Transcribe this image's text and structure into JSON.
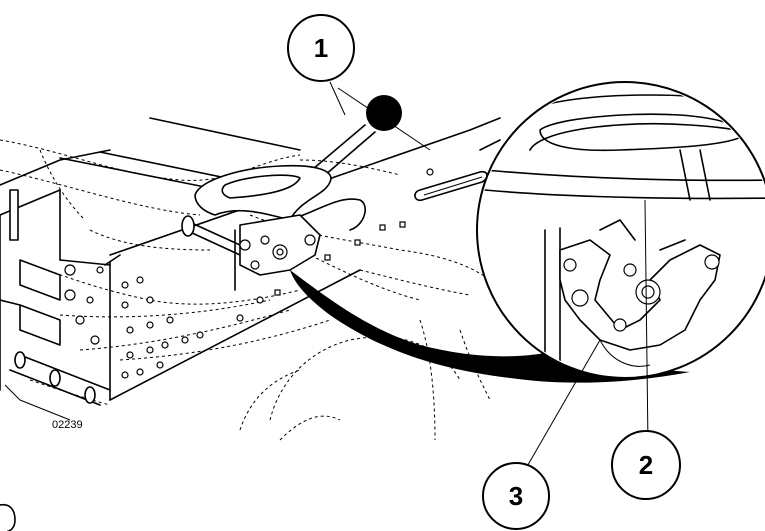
{
  "callouts": [
    {
      "id": "1",
      "label": "1"
    },
    {
      "id": "2",
      "label": "2"
    },
    {
      "id": "3",
      "label": "3"
    }
  ],
  "figure_ref": "02239"
}
